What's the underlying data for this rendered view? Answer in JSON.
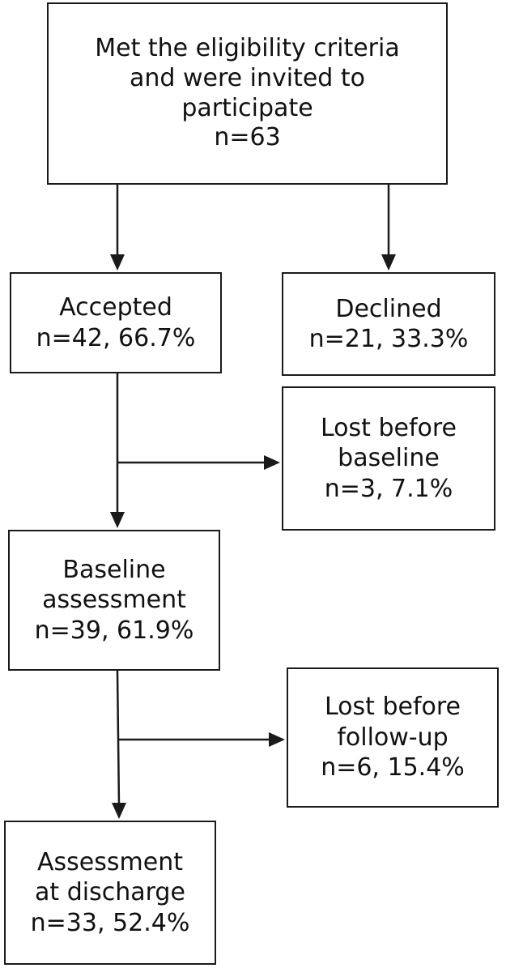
{
  "diagram": {
    "type": "flowchart",
    "nodes": {
      "invited": {
        "lines": [
          "Met the eligibility criteria",
          "and were invited to",
          "participate",
          "n=63"
        ]
      },
      "accepted": {
        "lines": [
          "Accepted",
          "n=42, 66.7%"
        ]
      },
      "declined": {
        "lines": [
          "Declined",
          "n=21, 33.3%"
        ]
      },
      "lost_before_baseline": {
        "lines": [
          "Lost before",
          "baseline",
          "n=3, 7.1%"
        ]
      },
      "baseline": {
        "lines": [
          "Baseline",
          "assessment",
          "n=39, 61.9%"
        ]
      },
      "lost_before_followup": {
        "lines": [
          "Lost before",
          "follow-up",
          "n=6, 15.4%"
        ]
      },
      "discharge": {
        "lines": [
          "Assessment",
          "at discharge",
          "n=33,  52.4%"
        ]
      }
    },
    "edges": [
      {
        "from": "invited",
        "to": "accepted"
      },
      {
        "from": "invited",
        "to": "declined"
      },
      {
        "from": "accepted",
        "to": "lost_before_baseline"
      },
      {
        "from": "accepted",
        "to": "baseline"
      },
      {
        "from": "baseline",
        "to": "lost_before_followup"
      },
      {
        "from": "baseline",
        "to": "discharge"
      }
    ]
  }
}
